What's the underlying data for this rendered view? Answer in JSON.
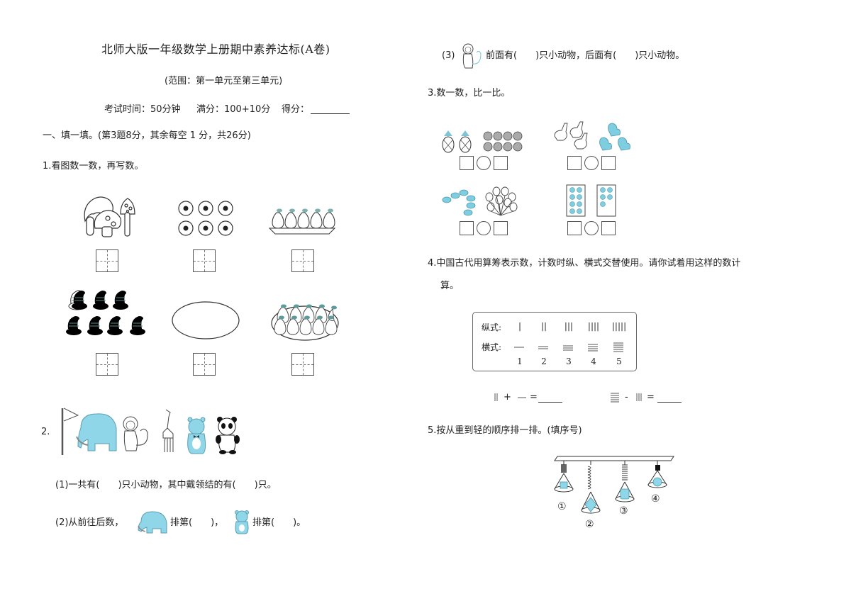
{
  "header": {
    "title": "北师大版一年级数学上册期中素养达标(A卷)",
    "scope": "(范围：第一单元至第三单元)",
    "exam_time_label": "考试时间：50分钟",
    "full_score_label": "满分：100+10分",
    "score_label": "得分："
  },
  "section1": {
    "heading": "一、填一填。(第3题8分，其余每空 1 分，共26分)"
  },
  "q1": {
    "prompt": "1.看图数一数，再写数。",
    "items": [
      {
        "picture": "mushrooms",
        "count_shown": 3
      },
      {
        "picture": "soccer-balls",
        "count_shown": 6
      },
      {
        "picture": "pears-on-plate",
        "count_shown": 5
      },
      {
        "picture": "hats",
        "count_shown": 7
      },
      {
        "picture": "empty-oval",
        "count_shown": 0
      },
      {
        "picture": "pears-in-oval",
        "count_shown": 10
      }
    ]
  },
  "q2": {
    "number": "2.",
    "animals": [
      "flag",
      "elephant",
      "monkey",
      "giraffe",
      "bear",
      "panda"
    ],
    "sub1": "(1)一共有(　　)只小动物，其中戴领结的有(　　)只。",
    "sub2_prefix": "(2)从前往后数，",
    "sub2_mid": "排第(　　)，",
    "sub2_end": "排第(　　)。",
    "sub3_prefix": "(3)",
    "sub3_text": "前面有(　　)只小动物，后面有(　　)只小动物。"
  },
  "q3": {
    "prompt": "3.数一数，比一比。",
    "groups": [
      {
        "left": "pineapples",
        "left_count": 2,
        "right": "flowers",
        "right_count": 8
      },
      {
        "left": "geese",
        "left_count": 3,
        "right": "hens",
        "right_count": 3
      },
      {
        "left": "fish",
        "left_count": 6,
        "right": "balloons",
        "right_count": 10
      },
      {
        "left": "dots-card",
        "left_count": 8,
        "right": "dots-card",
        "right_count": 5
      }
    ]
  },
  "q4": {
    "prompt_line1": "4.中国古代用算筹表示数，计数时纵、横式交替使用。请你试着用这样的数计",
    "prompt_line2": "算。",
    "table": {
      "vertical_label": "纵式:",
      "horizontal_label": "横式:",
      "vertical": [
        "|",
        "||",
        "|||",
        "||||",
        "|||||"
      ],
      "numbers": [
        "1",
        "2",
        "3",
        "4",
        "5"
      ]
    },
    "eq1": {
      "op": "+",
      "eq": "="
    },
    "eq2": {
      "op": "-",
      "eq": "="
    }
  },
  "q5": {
    "prompt": "5.按从重到轻的顺序排一排。(填序号)",
    "labels": [
      "①",
      "②",
      "③",
      "④"
    ]
  }
}
